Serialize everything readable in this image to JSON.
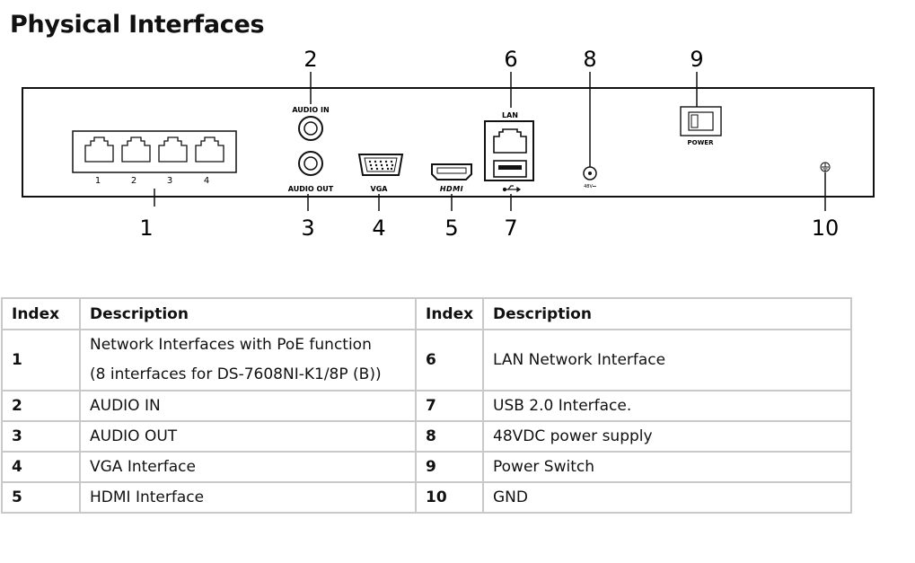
{
  "title": "Physical Interfaces",
  "panel": {
    "audio_in_label": "AUDIO IN",
    "audio_out_label": "AUDIO OUT",
    "vga_label": "VGA",
    "hdmi_label": "HDMI",
    "lan_label": "LAN",
    "usb_symbol": "⇠",
    "power_in_label": "48V⎓",
    "power_switch_label": "POWER",
    "ground_symbol": "⏚",
    "poe_port_numbers": [
      "1",
      "2",
      "3",
      "4"
    ]
  },
  "callouts": [
    "1",
    "2",
    "3",
    "4",
    "5",
    "6",
    "7",
    "8",
    "9",
    "10"
  ],
  "table": {
    "headers": [
      "Index",
      "Description",
      "Index",
      "Description"
    ],
    "rows": [
      {
        "left_index": "1",
        "left_desc_line1": "Network Interfaces with PoE function",
        "left_desc_line2": "(8 interfaces for DS-7608NI-K1/8P (B))",
        "right_index": "6",
        "right_desc": "LAN Network Interface"
      },
      {
        "left_index": "2",
        "left_desc": "AUDIO IN",
        "right_index": "7",
        "right_desc": "USB 2.0 Interface."
      },
      {
        "left_index": "3",
        "left_desc": "AUDIO OUT",
        "right_index": "8",
        "right_desc": "48VDC power supply"
      },
      {
        "left_index": "4",
        "left_desc": "VGA Interface",
        "right_index": "9",
        "right_desc": "Power Switch"
      },
      {
        "left_index": "5",
        "left_desc": "HDMI Interface",
        "right_index": "10",
        "right_desc": "GND"
      }
    ]
  }
}
